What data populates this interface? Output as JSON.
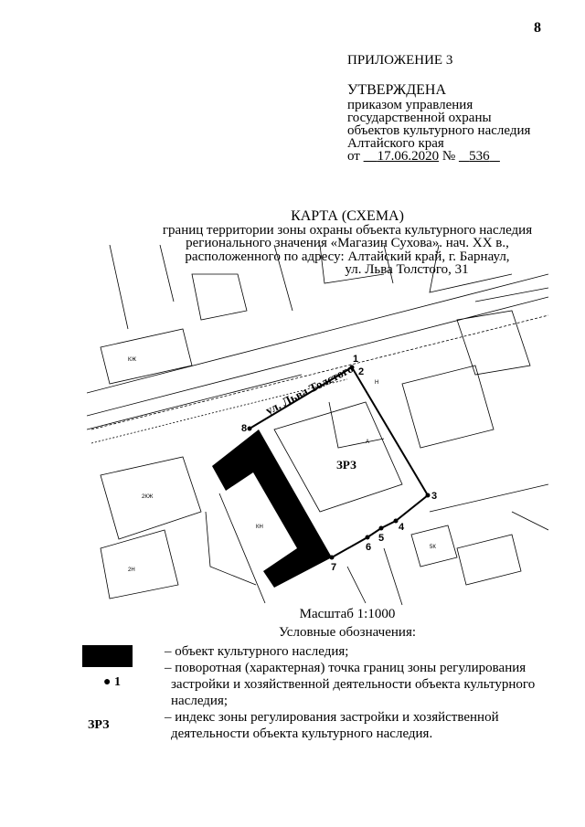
{
  "page_number": "8",
  "header": {
    "appendix": "ПРИЛОЖЕНИЕ 3",
    "approved": "УТВЕРЖДЕНА",
    "approved_lines": [
      "приказом управления",
      "государственной охраны",
      "объектов культурного наследия",
      "Алтайского края"
    ],
    "date_prefix": "от",
    "date": "17.06.2020",
    "number_sign": "№",
    "number": "536"
  },
  "title": {
    "main": "КАРТА (СХЕМА)",
    "lines": [
      "границ территории зоны охраны объекта культурного наследия",
      "регионального значения «Магазин Сухова». нач. XX в.,",
      "расположенного по адресу: Алтайский край, г. Барнаул,",
      "ул. Льва Толстого, 31"
    ]
  },
  "map": {
    "street_label": "ул. Льва Толстого",
    "zone_label": "ЗРЗ",
    "points": [
      "1",
      "2",
      "3",
      "4",
      "5",
      "6",
      "7",
      "8"
    ],
    "building_labels": [
      "КЖ",
      "2КЖ",
      "2Н",
      "КН",
      "Н",
      "А",
      "5К"
    ]
  },
  "scale": "Масштаб 1:1000",
  "legend": {
    "title": "Условные обозначения:",
    "point_symbol": "● 1",
    "zone_symbol": "ЗРЗ",
    "items": [
      [
        "– объект культурного наследия;"
      ],
      [
        "– поворотная (характерная) точка границ зоны регулирования",
        "застройки и хозяйственной деятельности объекта культурного",
        "наследия;"
      ],
      [
        "– индекс зоны регулирования застройки и хозяйственной",
        "деятельности объекта культурного наследия."
      ]
    ]
  }
}
